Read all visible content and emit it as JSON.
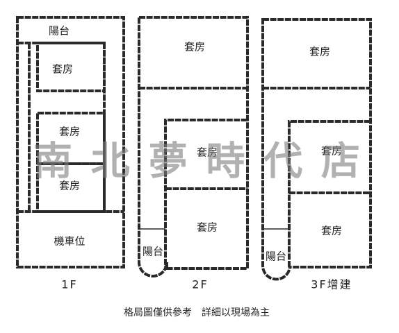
{
  "floors": {
    "f1": {
      "label": "1F",
      "rooms": {
        "balcony": "陽台",
        "suite_1": "套房",
        "suite_2": "套房",
        "suite_3": "套房",
        "scooter_parking": "機車位"
      }
    },
    "f2": {
      "label": "2F",
      "rooms": {
        "suite_1": "套房",
        "suite_2": "套房",
        "suite_3": "套房",
        "balcony": "陽台"
      }
    },
    "f3": {
      "label": "3F增建",
      "rooms": {
        "suite_1": "套房",
        "suite_2": "套房",
        "suite_3": "套房",
        "balcony": "陽台"
      }
    }
  },
  "watermark": "南 北 夢 時 代 店",
  "caption": "格局圖僅供參考　詳細以現場為主"
}
